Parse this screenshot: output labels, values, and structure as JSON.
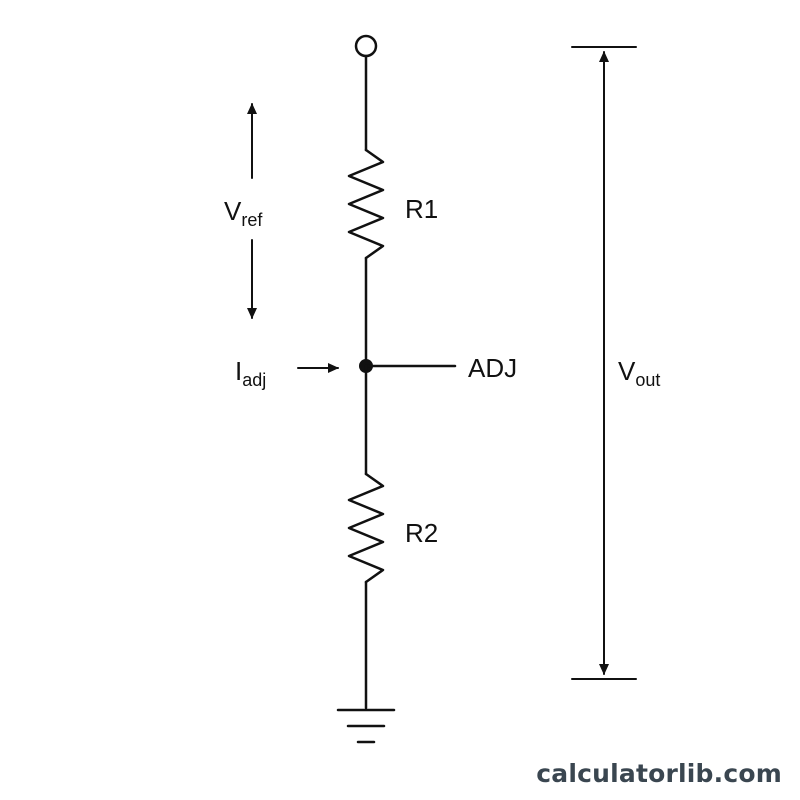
{
  "labels": {
    "vref_main": "V",
    "vref_sub": "ref",
    "r1": "R1",
    "iadj_main": "I",
    "iadj_sub": "adj",
    "adj": "ADJ",
    "r2": "R2",
    "vout_main": "V",
    "vout_sub": "out"
  },
  "watermark": "calculatorlib.com",
  "colors": {
    "ink": "#111111",
    "watermark": "#3a4650",
    "background": "#ffffff"
  }
}
